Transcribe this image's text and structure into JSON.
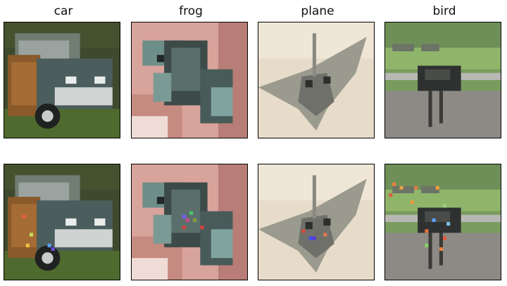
{
  "columns": [
    {
      "label": "car"
    },
    {
      "label": "frog"
    },
    {
      "label": "plane"
    },
    {
      "label": "bird"
    }
  ],
  "rows": [
    {
      "variant": "original"
    },
    {
      "variant": "perturbed"
    }
  ]
}
